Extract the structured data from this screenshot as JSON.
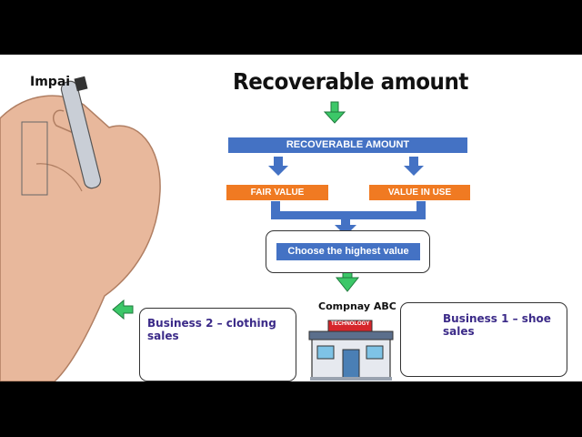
{
  "title": "Recoverable amount",
  "corner_label": "Impai",
  "flow": {
    "top_box": "RECOVERABLE AMOUNT",
    "left_box": "FAIR VALUE",
    "right_box": "VALUE IN USE",
    "result_box": "Choose the highest value"
  },
  "company": {
    "label": "Compnay ABC",
    "sign": "TECHNOLOGY"
  },
  "business_2": "Business 2 – clothing sales",
  "business_1": "Business 1 – shoe sales",
  "colors": {
    "blue": "#4472c4",
    "orange": "#f07a22",
    "arrow_green": "#3cc768",
    "title_purple": "#3b2a88"
  },
  "icons": [
    "green-down-arrow-icon",
    "blue-down-arrow-icon",
    "red-shirt-icon",
    "shoes-icon",
    "store-icon",
    "hand-with-marker"
  ]
}
